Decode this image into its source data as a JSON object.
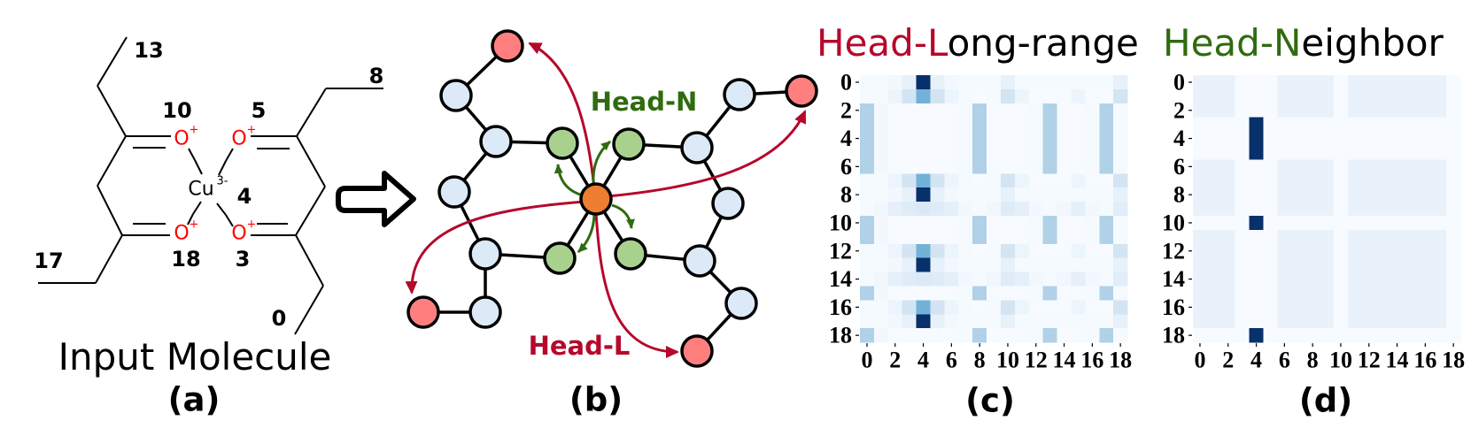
{
  "figure": {
    "panel_labels": [
      "(a)",
      "(b)",
      "(c)",
      "(d)"
    ]
  },
  "molecule": {
    "caption": "Input Molecule",
    "metal": {
      "symbol": "Cu",
      "charge": "3-",
      "index": "4"
    },
    "oxygens": [
      {
        "symbol": "O",
        "charge": "+",
        "index": "10"
      },
      {
        "symbol": "O",
        "charge": "+",
        "index": "5"
      },
      {
        "symbol": "O",
        "charge": "+",
        "index": "18"
      },
      {
        "symbol": "O",
        "charge": "+",
        "index": "3"
      }
    ],
    "terminal_carbon_indices": {
      "top_left": "13",
      "top_right": "8",
      "bottom_left": "17",
      "bottom_right": "0"
    },
    "colors": {
      "oxygen": "#ff0000",
      "bond": "#000000"
    }
  },
  "transition_icon": "right-arrow-icon",
  "graph": {
    "labels": {
      "neighbor": "Head-N",
      "long_range": "Head-L"
    },
    "colors": {
      "long-range": "#ff7f7f",
      "neighbor": "#a9d18e",
      "center": "#ed7d31",
      "other": "#dce9f6",
      "long_range_arrow": "#b5082b",
      "neighbor_arrow": "#2f6b0f",
      "node_outline": "#000000"
    },
    "nodes": [
      "long-range",
      "other",
      "other",
      "neighbor",
      "neighbor",
      "other",
      "other",
      "long-range",
      "other",
      "center",
      "other",
      "other",
      "neighbor",
      "neighbor",
      "other",
      "long-range",
      "other",
      "other",
      "long-range"
    ],
    "edges": [
      [
        0,
        1
      ],
      [
        1,
        2
      ],
      [
        2,
        3
      ],
      [
        2,
        8
      ],
      [
        8,
        11
      ],
      [
        11,
        12
      ],
      [
        11,
        16
      ],
      [
        16,
        15
      ],
      [
        3,
        9
      ],
      [
        4,
        9
      ],
      [
        12,
        9
      ],
      [
        13,
        9
      ],
      [
        4,
        5
      ],
      [
        5,
        6
      ],
      [
        6,
        7
      ],
      [
        5,
        10
      ],
      [
        10,
        14
      ],
      [
        14,
        13
      ],
      [
        14,
        17
      ],
      [
        17,
        18
      ]
    ],
    "attention": {
      "source": 9,
      "long_range_targets": [
        0,
        7,
        15,
        18
      ],
      "neighbor_targets": [
        3,
        4,
        12,
        13
      ]
    }
  },
  "chart_data": [
    {
      "type": "heatmap",
      "title": "Head-Long-range",
      "title_highlight": "Head-L",
      "title_rest": "ong-range",
      "highlight_color": "#b5082b",
      "colormap": "Blues",
      "vmin": 0,
      "vmax": 1,
      "n_rows": 19,
      "n_cols": 19,
      "xticks": [
        "0",
        "2",
        "4",
        "6",
        "8",
        "10",
        "12",
        "14",
        "16",
        "18"
      ],
      "yticks": [
        "0",
        "2",
        "4",
        "6",
        "8",
        "10",
        "12",
        "14",
        "16",
        "18"
      ],
      "xlabel": "",
      "ylabel": "",
      "values": [
        [
          0.01,
          0.01,
          0.02,
          0.08,
          1.0,
          0.08,
          0.02,
          0.01,
          0.01,
          0.01,
          0.08,
          0.01,
          0.01,
          0.01,
          0.01,
          0.01,
          0.01,
          0.01,
          0.08
        ],
        [
          0.01,
          0.01,
          0.05,
          0.18,
          0.48,
          0.18,
          0.05,
          0.01,
          0.0,
          0.01,
          0.18,
          0.05,
          0.0,
          0.0,
          0.0,
          0.05,
          0.0,
          0.0,
          0.18
        ],
        [
          0.32,
          0.02,
          0.0,
          0.0,
          0.0,
          0.0,
          0.0,
          0.01,
          0.32,
          0.0,
          0.0,
          0.0,
          0.01,
          0.32,
          0.0,
          0.0,
          0.01,
          0.32,
          0.01
        ],
        [
          0.32,
          0.02,
          0.0,
          0.0,
          0.0,
          0.0,
          0.0,
          0.01,
          0.32,
          0.0,
          0.0,
          0.0,
          0.01,
          0.32,
          0.0,
          0.0,
          0.01,
          0.32,
          0.01
        ],
        [
          0.32,
          0.02,
          0.0,
          0.0,
          0.0,
          0.0,
          0.0,
          0.01,
          0.32,
          0.0,
          0.0,
          0.0,
          0.01,
          0.32,
          0.0,
          0.0,
          0.01,
          0.32,
          0.01
        ],
        [
          0.32,
          0.02,
          0.0,
          0.0,
          0.0,
          0.0,
          0.0,
          0.01,
          0.32,
          0.0,
          0.0,
          0.0,
          0.01,
          0.32,
          0.0,
          0.0,
          0.01,
          0.32,
          0.01
        ],
        [
          0.32,
          0.02,
          0.0,
          0.0,
          0.0,
          0.0,
          0.0,
          0.01,
          0.32,
          0.0,
          0.0,
          0.0,
          0.01,
          0.32,
          0.0,
          0.0,
          0.01,
          0.32,
          0.01
        ],
        [
          0.01,
          0.01,
          0.05,
          0.18,
          0.48,
          0.18,
          0.05,
          0.01,
          0.0,
          0.01,
          0.18,
          0.05,
          0.0,
          0.0,
          0.0,
          0.05,
          0.0,
          0.0,
          0.18
        ],
        [
          0.01,
          0.01,
          0.02,
          0.08,
          1.0,
          0.08,
          0.02,
          0.01,
          0.01,
          0.01,
          0.08,
          0.01,
          0.01,
          0.01,
          0.01,
          0.01,
          0.01,
          0.01,
          0.08
        ],
        [
          0.01,
          0.03,
          0.09,
          0.12,
          0.14,
          0.12,
          0.09,
          0.02,
          0.01,
          0.03,
          0.12,
          0.09,
          0.02,
          0.01,
          0.03,
          0.09,
          0.02,
          0.01,
          0.11
        ],
        [
          0.32,
          0.02,
          0.0,
          0.0,
          0.0,
          0.0,
          0.0,
          0.01,
          0.32,
          0.0,
          0.0,
          0.0,
          0.01,
          0.32,
          0.0,
          0.0,
          0.01,
          0.32,
          0.01
        ],
        [
          0.32,
          0.02,
          0.0,
          0.0,
          0.0,
          0.0,
          0.0,
          0.01,
          0.32,
          0.0,
          0.0,
          0.0,
          0.01,
          0.32,
          0.0,
          0.0,
          0.01,
          0.32,
          0.01
        ],
        [
          0.01,
          0.01,
          0.05,
          0.18,
          0.48,
          0.18,
          0.05,
          0.01,
          0.0,
          0.01,
          0.18,
          0.05,
          0.0,
          0.0,
          0.0,
          0.05,
          0.0,
          0.0,
          0.18
        ],
        [
          0.01,
          0.01,
          0.02,
          0.08,
          1.0,
          0.08,
          0.02,
          0.01,
          0.01,
          0.01,
          0.08,
          0.01,
          0.01,
          0.01,
          0.01,
          0.01,
          0.01,
          0.01,
          0.08
        ],
        [
          0.01,
          0.03,
          0.09,
          0.12,
          0.14,
          0.12,
          0.09,
          0.02,
          0.01,
          0.03,
          0.12,
          0.09,
          0.02,
          0.01,
          0.03,
          0.09,
          0.02,
          0.01,
          0.11
        ],
        [
          0.32,
          0.02,
          0.0,
          0.0,
          0.0,
          0.0,
          0.0,
          0.01,
          0.32,
          0.0,
          0.0,
          0.0,
          0.01,
          0.32,
          0.0,
          0.0,
          0.01,
          0.32,
          0.01
        ],
        [
          0.01,
          0.01,
          0.05,
          0.18,
          0.48,
          0.18,
          0.05,
          0.01,
          0.0,
          0.01,
          0.18,
          0.05,
          0.0,
          0.0,
          0.0,
          0.05,
          0.0,
          0.0,
          0.18
        ],
        [
          0.01,
          0.01,
          0.02,
          0.08,
          1.0,
          0.08,
          0.02,
          0.01,
          0.01,
          0.01,
          0.08,
          0.01,
          0.01,
          0.01,
          0.01,
          0.01,
          0.01,
          0.01,
          0.08
        ],
        [
          0.32,
          0.02,
          0.0,
          0.0,
          0.0,
          0.0,
          0.0,
          0.01,
          0.32,
          0.0,
          0.0,
          0.0,
          0.01,
          0.32,
          0.0,
          0.0,
          0.01,
          0.32,
          0.01
        ]
      ]
    },
    {
      "type": "heatmap",
      "title": "Head-Neighbor",
      "title_highlight": "Head-N",
      "title_rest": "eighbor",
      "highlight_color": "#2f6b0f",
      "colormap": "Blues",
      "vmin": 0,
      "vmax": 1,
      "n_rows": 19,
      "n_cols": 19,
      "xticks": [
        "0",
        "2",
        "4",
        "6",
        "8",
        "10",
        "12",
        "14",
        "16",
        "18"
      ],
      "yticks": [
        "0",
        "2",
        "4",
        "6",
        "8",
        "10",
        "12",
        "14",
        "16",
        "18"
      ],
      "xlabel": "",
      "ylabel": "",
      "values": [
        [
          0.07,
          0.07,
          0.07,
          0,
          0,
          0,
          0.07,
          0.07,
          0.07,
          0.07,
          0,
          0.07,
          0.07,
          0.07,
          0.07,
          0.07,
          0.07,
          0.07,
          0
        ],
        [
          0.07,
          0.07,
          0.07,
          0,
          0,
          0,
          0.07,
          0.07,
          0.07,
          0.07,
          0,
          0.07,
          0.07,
          0.07,
          0.07,
          0.07,
          0.07,
          0.07,
          0
        ],
        [
          0.07,
          0.07,
          0.07,
          0,
          0,
          0,
          0.07,
          0.07,
          0.07,
          0.07,
          0,
          0.07,
          0.07,
          0.07,
          0.07,
          0.07,
          0.07,
          0.07,
          0
        ],
        [
          0,
          0,
          0,
          0,
          1,
          0,
          0,
          0,
          0,
          0,
          0,
          0,
          0,
          0,
          0,
          0,
          0,
          0,
          0
        ],
        [
          0,
          0,
          0,
          0,
          1,
          0,
          0,
          0,
          0,
          0,
          0,
          0,
          0,
          0,
          0,
          0,
          0,
          0,
          0
        ],
        [
          0,
          0,
          0,
          0,
          1,
          0,
          0,
          0,
          0,
          0,
          0,
          0,
          0,
          0,
          0,
          0,
          0,
          0,
          0
        ],
        [
          0.07,
          0.07,
          0.07,
          0,
          0,
          0,
          0.07,
          0.07,
          0.07,
          0.07,
          0,
          0.07,
          0.07,
          0.07,
          0.07,
          0.07,
          0.07,
          0.07,
          0
        ],
        [
          0.07,
          0.07,
          0.07,
          0,
          0,
          0,
          0.07,
          0.07,
          0.07,
          0.07,
          0,
          0.07,
          0.07,
          0.07,
          0.07,
          0.07,
          0.07,
          0.07,
          0
        ],
        [
          0.07,
          0.07,
          0.07,
          0,
          0,
          0,
          0.07,
          0.07,
          0.07,
          0.07,
          0,
          0.07,
          0.07,
          0.07,
          0.07,
          0.07,
          0.07,
          0.07,
          0
        ],
        [
          0.07,
          0.07,
          0.07,
          0,
          0,
          0,
          0.07,
          0.07,
          0.07,
          0.07,
          0,
          0.07,
          0.07,
          0.07,
          0.07,
          0.07,
          0.07,
          0.07,
          0
        ],
        [
          0,
          0,
          0,
          0,
          1,
          0,
          0,
          0,
          0,
          0,
          0,
          0,
          0,
          0,
          0,
          0,
          0,
          0,
          0
        ],
        [
          0.07,
          0.07,
          0.07,
          0,
          0,
          0,
          0.07,
          0.07,
          0.07,
          0.07,
          0,
          0.07,
          0.07,
          0.07,
          0.07,
          0.07,
          0.07,
          0.07,
          0
        ],
        [
          0.07,
          0.07,
          0.07,
          0,
          0,
          0,
          0.07,
          0.07,
          0.07,
          0.07,
          0,
          0.07,
          0.07,
          0.07,
          0.07,
          0.07,
          0.07,
          0.07,
          0
        ],
        [
          0.07,
          0.07,
          0.07,
          0,
          0,
          0,
          0.07,
          0.07,
          0.07,
          0.07,
          0,
          0.07,
          0.07,
          0.07,
          0.07,
          0.07,
          0.07,
          0.07,
          0
        ],
        [
          0.07,
          0.07,
          0.07,
          0,
          0,
          0,
          0.07,
          0.07,
          0.07,
          0.07,
          0,
          0.07,
          0.07,
          0.07,
          0.07,
          0.07,
          0.07,
          0.07,
          0
        ],
        [
          0.07,
          0.07,
          0.07,
          0,
          0,
          0,
          0.07,
          0.07,
          0.07,
          0.07,
          0,
          0.07,
          0.07,
          0.07,
          0.07,
          0.07,
          0.07,
          0.07,
          0
        ],
        [
          0.07,
          0.07,
          0.07,
          0,
          0,
          0,
          0.07,
          0.07,
          0.07,
          0.07,
          0,
          0.07,
          0.07,
          0.07,
          0.07,
          0.07,
          0.07,
          0.07,
          0
        ],
        [
          0.07,
          0.07,
          0.07,
          0,
          0,
          0,
          0.07,
          0.07,
          0.07,
          0.07,
          0,
          0.07,
          0.07,
          0.07,
          0.07,
          0.07,
          0.07,
          0.07,
          0
        ],
        [
          0,
          0,
          0,
          0,
          1,
          0,
          0,
          0,
          0,
          0,
          0,
          0,
          0,
          0,
          0,
          0,
          0,
          0,
          0
        ]
      ]
    }
  ]
}
